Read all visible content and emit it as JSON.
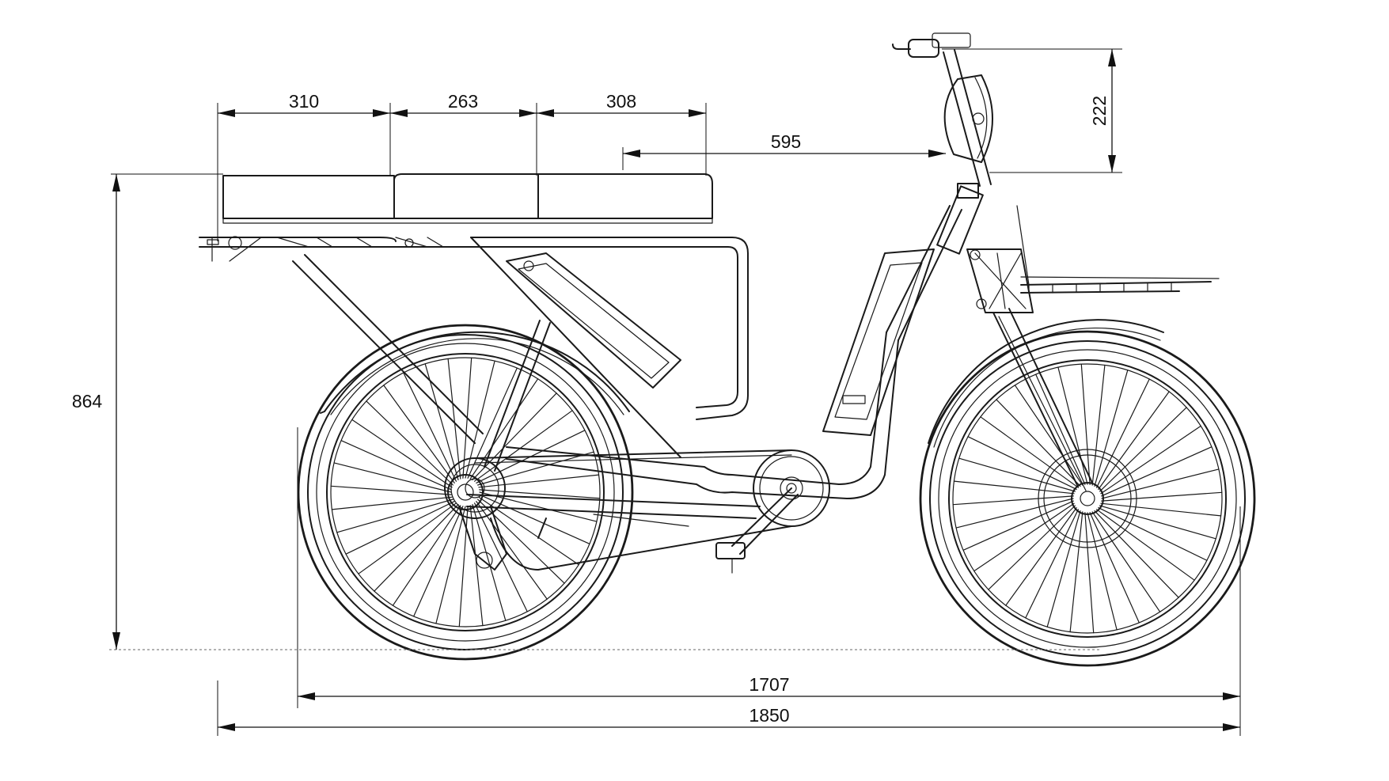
{
  "dimensions": {
    "rack_rear": "310",
    "rack_mid": "263",
    "rack_front": "308",
    "seat_to_bar": "595",
    "bar_height": "222",
    "overall_height": "864",
    "wheelbase_span": "1707",
    "overall_length": "1850"
  }
}
